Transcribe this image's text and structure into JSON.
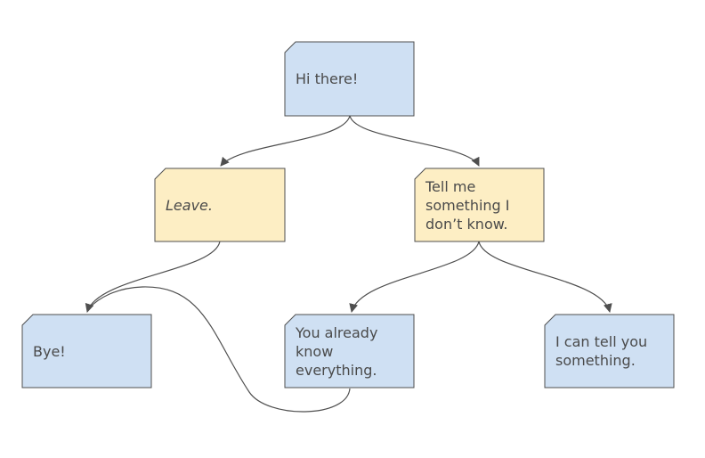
{
  "diagram": {
    "colors": {
      "blue_fill": "#cfe0f3",
      "yellow_fill": "#fdeec4",
      "stroke": "#4f4f4f",
      "text": "#4a4a4a"
    },
    "nodes": {
      "hi_there": {
        "label": "Hi there!"
      },
      "leave": {
        "label": "Leave."
      },
      "tell_me": {
        "label": "Tell me something I don’t know."
      },
      "bye": {
        "label": "Bye!"
      },
      "you_already": {
        "label": "You already know everything."
      },
      "i_can_tell": {
        "label": "I can tell you something."
      }
    },
    "edges": [
      {
        "from": "hi_there",
        "to": "leave"
      },
      {
        "from": "hi_there",
        "to": "tell_me"
      },
      {
        "from": "leave",
        "to": "bye"
      },
      {
        "from": "tell_me",
        "to": "you_already"
      },
      {
        "from": "tell_me",
        "to": "i_can_tell"
      },
      {
        "from": "you_already",
        "to": "bye"
      }
    ]
  }
}
